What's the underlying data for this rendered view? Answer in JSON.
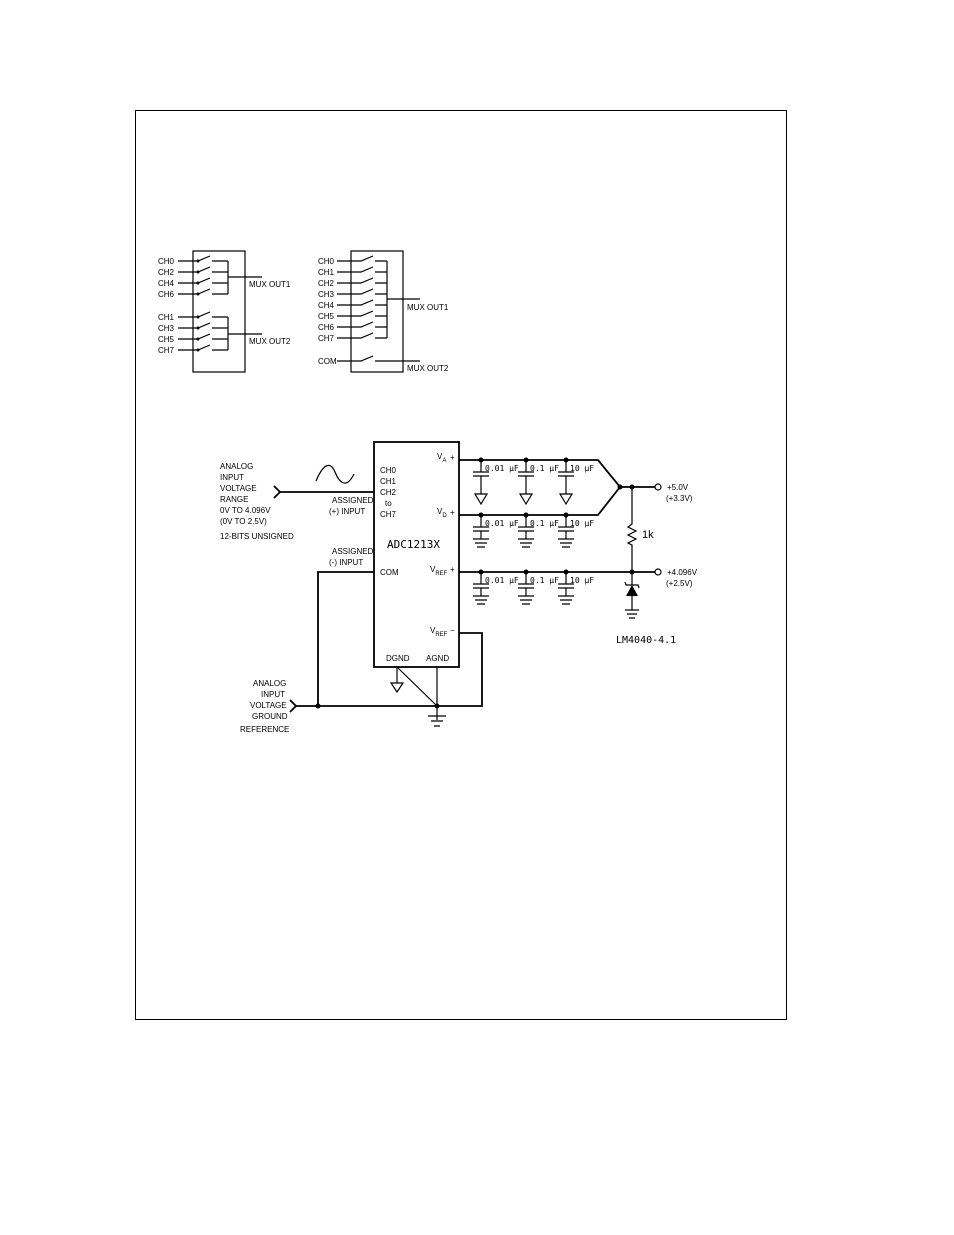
{
  "mux_left": {
    "group1": [
      "CH0",
      "CH2",
      "CH4",
      "CH6"
    ],
    "group2": [
      "CH1",
      "CH3",
      "CH5",
      "CH7"
    ],
    "out1": "MUX OUT1",
    "out2": "MUX OUT2"
  },
  "mux_right": {
    "channels": [
      "CH0",
      "CH1",
      "CH2",
      "CH3",
      "CH4",
      "CH5",
      "CH6",
      "CH7"
    ],
    "com": "COM",
    "out1": "MUX OUT1",
    "out2": "MUX OUT2"
  },
  "input_desc": {
    "lines": [
      "ANALOG",
      "INPUT",
      "VOLTAGE",
      "RANGE",
      "0V TO 4.096V",
      "(0V TO 2.5V)",
      "12-BITS UNSIGNED"
    ]
  },
  "assigned_pos": [
    "ASSIGNED",
    "(+) INPUT"
  ],
  "assigned_neg": [
    "ASSIGNED",
    "(-) INPUT"
  ],
  "chip": {
    "name": "ADC1213X",
    "in_pins": [
      "CH0",
      "CH1",
      "CH2",
      "to",
      "CH7"
    ],
    "com": "COM",
    "dgnd": "DGND",
    "agnd": "AGND",
    "va": "VA",
    "vd": "VD",
    "vref_pos": "VREF",
    "vref_neg": "VREF",
    "va_sub": "A",
    "vd_sub": "D",
    "ref_sub": "REF"
  },
  "caps": [
    "0.01 µF",
    "0.1 µF",
    "10 µF"
  ],
  "supply": {
    "primary": "+5.0V",
    "alt": "(+3.3V)"
  },
  "reference": {
    "primary": "+4.096V",
    "alt": "(+2.5V)"
  },
  "resistor": "1k",
  "ref_part": "LM4040-4.1",
  "ground_ref": {
    "lines": [
      "ANALOG",
      "INPUT",
      "VOLTAGE",
      "GROUND",
      "REFERENCE"
    ]
  }
}
